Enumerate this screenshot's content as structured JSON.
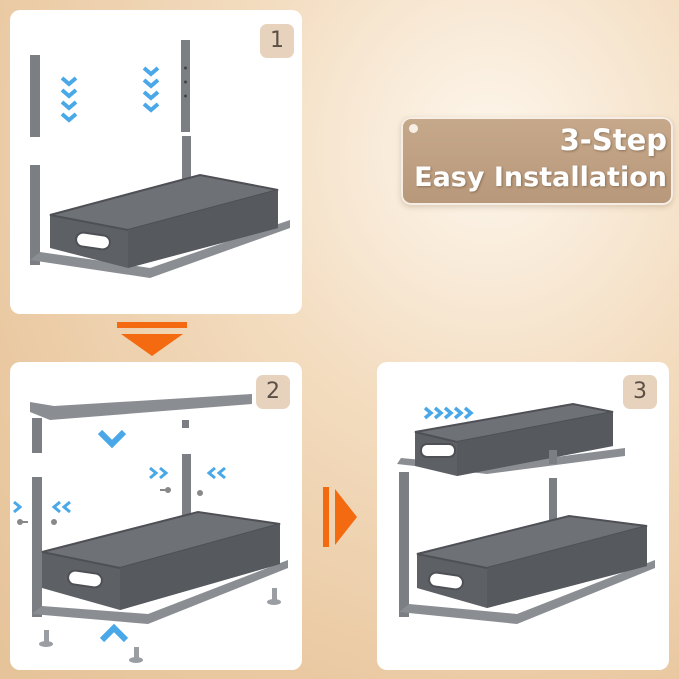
{
  "title": {
    "line1": "3-Step",
    "line2": "Easy Installation"
  },
  "steps": [
    {
      "number": "1"
    },
    {
      "number": "2"
    },
    {
      "number": "3"
    }
  ],
  "colors": {
    "accent_orange": "#f36a10",
    "arrow_blue": "#4aa8e8",
    "metal_gray": "#6f7277",
    "badge_bg": "#e7d3bd"
  },
  "icons": {
    "flow_down": "down-arrow-icon",
    "flow_right": "right-arrow-icon"
  }
}
